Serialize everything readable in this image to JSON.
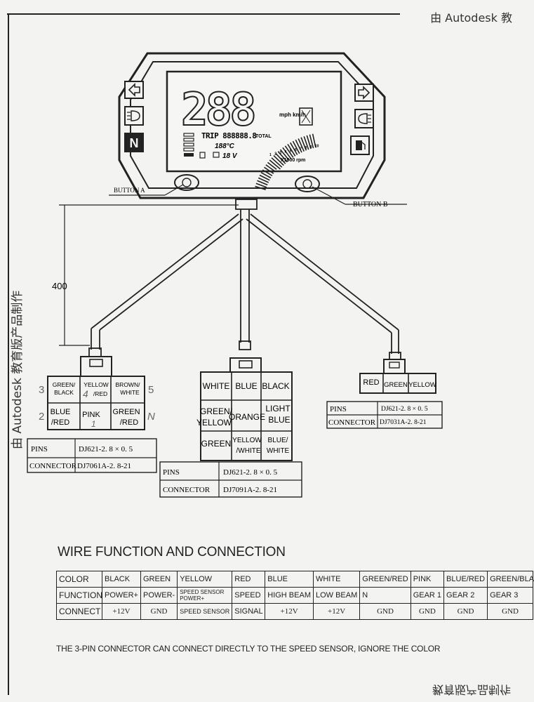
{
  "watermarks": {
    "top": "由 Autodesk 教",
    "side": "由 Autodesk 教育版产品制作",
    "bottom": "教育版产品制作"
  },
  "meter": {
    "speed_digits": "288",
    "speed_units": "mph km/h",
    "odo": "TRIP 888888.8",
    "odo_tag": "TOTAL",
    "temp": "188°C",
    "voltage": "18 V",
    "rpm_scale": [
      "1",
      "2",
      "3",
      "4",
      "5",
      "6",
      "7",
      "8",
      "9",
      "10"
    ],
    "rpm_unit": "X1000 rpm"
  },
  "labels": {
    "button_a": "BUTTON A",
    "button_b": "BUTTON B",
    "dimension": "400"
  },
  "connector_left": {
    "cells": [
      [
        "GREEN/ BLACK",
        "YELLOW /RED",
        "BROWN/ WHITE"
      ],
      [
        "BLUE /RED",
        "PINK",
        "GREEN /RED"
      ]
    ],
    "pin_numbers": [
      "3",
      "4",
      "5",
      "2",
      "1",
      "N"
    ],
    "pins_label": "PINS",
    "pins_value": "DJ621-2. 8 × 0. 5",
    "connector_label": "CONNECTOR",
    "connector_value": "DJ7061A-2. 8-21"
  },
  "connector_middle": {
    "cells": [
      [
        "WHITE",
        "BLUE",
        "BLACK"
      ],
      [
        "GREEN/ YELLOW",
        "ORANGE",
        "LIGHT BLUE"
      ],
      [
        "GREEN",
        "YELLOW /WHITE",
        "BLUE/ WHITE"
      ]
    ],
    "pins_label": "PINS",
    "pins_value": "DJ621-2. 8 × 0. 5",
    "connector_label": "CONNECTOR",
    "connector_value": "DJ7091A-2. 8-21"
  },
  "connector_right": {
    "cells": [
      "RED",
      "GREEN",
      "YELLOW"
    ],
    "pins_label": "PINS",
    "pins_value": "DJ621-2. 8 × 0. 5",
    "connector_label": "CONNECTOR",
    "connector_value": "DJ7031A-2. 8-21"
  },
  "wire_function": {
    "title": "WIRE FUNCTION AND CONNECTION",
    "rows": [
      [
        "COLOR",
        "BLACK",
        "GREEN",
        "YELLOW",
        "RED",
        "BLUE",
        "WHITE",
        "GREEN/RED",
        "PINK",
        "BLUE/RED",
        "GREEN/BLA"
      ],
      [
        "FUNCTION",
        "POWER+",
        "POWER-",
        "SPEED SENSOR POWER+",
        "SPEED",
        "HIGH BEAM",
        "LOW BEAM",
        "N",
        "GEAR 1",
        "GEAR 2",
        "GEAR 3"
      ],
      [
        "CONNECT",
        "+12V",
        "GND",
        "SPEED SENSOR",
        "SIGNAL",
        "+12V",
        "+12V",
        "GND",
        "GND",
        "GND",
        "GND"
      ]
    ],
    "note": "THE 3-PIN CONNECTOR CAN CONNECT DIRECTLY TO THE SPEED SENSOR, IGNORE THE COLOR"
  }
}
